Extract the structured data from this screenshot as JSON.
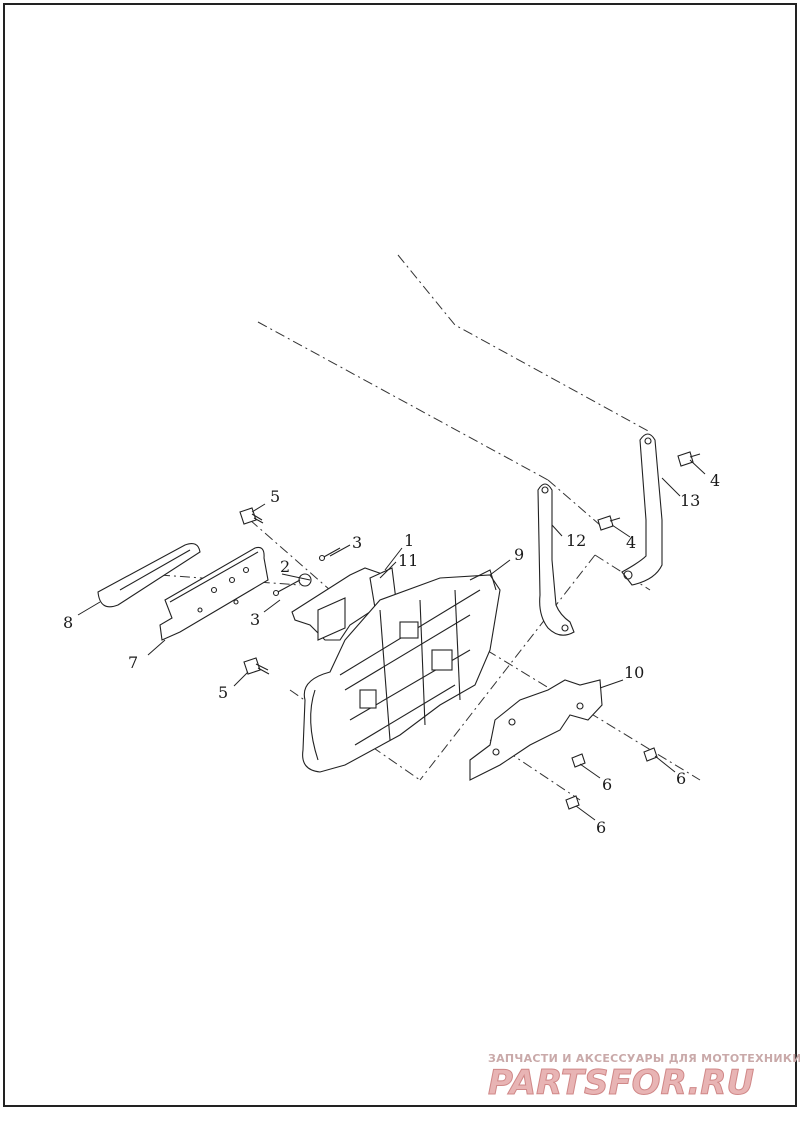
{
  "callouts": {
    "c1": "1",
    "c2": "2",
    "c3a": "3",
    "c3b": "3",
    "c4a": "4",
    "c4b": "4",
    "c5a": "5",
    "c5b": "5",
    "c6a": "6",
    "c6b": "6",
    "c6c": "6",
    "c7": "7",
    "c8": "8",
    "c9": "9",
    "c10": "10",
    "c11": "11",
    "c12": "12",
    "c13": "13"
  },
  "watermark": {
    "tagline": "ЗАПЧАСТИ И АКСЕССУАРЫ ДЛЯ МОТОТЕХНИКИ",
    "logo": "PARTSFOR.RU"
  }
}
